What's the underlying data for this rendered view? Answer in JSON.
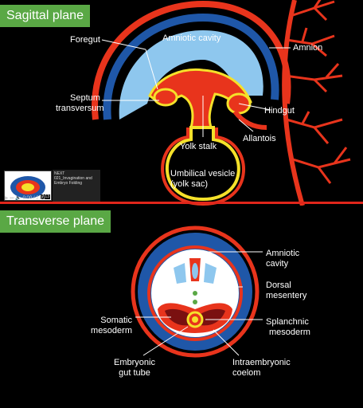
{
  "sagittal": {
    "title": "Sagittal plane",
    "labels": {
      "foregut": "Foregut",
      "amniotic_cavity": "Amniotic cavity",
      "amnion": "Amnion",
      "septum_line1": "Septum",
      "septum_line2": "transversum",
      "hindgut": "Hindgut",
      "yolk_stalk": "Yolk stalk",
      "allantois": "Allantois",
      "umbilical_line1": "Umbilical vesicle",
      "umbilical_line2": "(yolk sac)"
    }
  },
  "video_overlay": {
    "next_label": "NEXT",
    "next_title": "021_Invagination and Embryo Folding",
    "thumb_duration": "7:13",
    "time": "0:00 / 2:31",
    "progress": 1.0
  },
  "transverse": {
    "title": "Transverse plane",
    "labels": {
      "amniotic_line1": "Amniotic",
      "amniotic_line2": "cavity",
      "dorsal_line1": "Dorsal",
      "dorsal_line2": "mesentery",
      "somatic_line1": "Somatic",
      "somatic_line2": "mesoderm",
      "splanchnic_line1": "Splanchnic",
      "splanchnic_line2": "mesoderm",
      "gut_line1": "Embryonic",
      "gut_line2": "gut tube",
      "coelom_line1": "Intraembryonic",
      "coelom_line2": "coelom"
    }
  },
  "colors": {
    "amnion_red": "#e8341c",
    "amniotic_blue": "#8ec7ee",
    "deep_blue": "#1f57a8",
    "yellow": "#f5e12a",
    "badge_green": "#5aa845"
  }
}
